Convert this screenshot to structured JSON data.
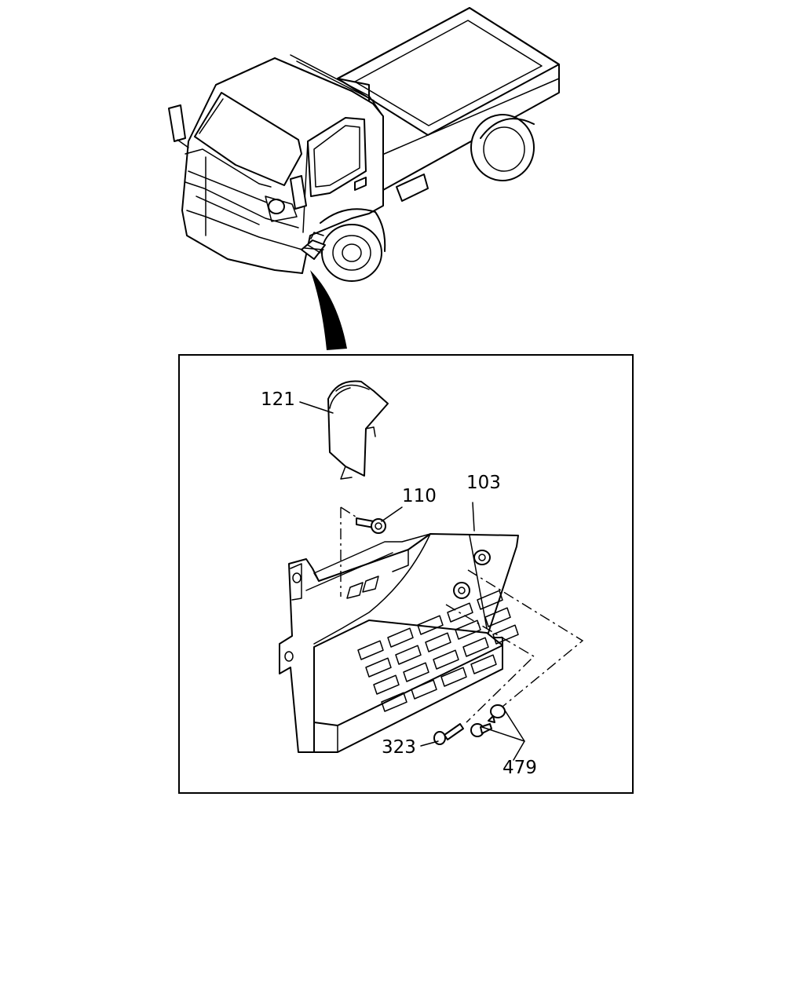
{
  "callouts": {
    "c121": "121",
    "c110": "110",
    "c103": "103",
    "c323": "323",
    "c479": "479"
  }
}
